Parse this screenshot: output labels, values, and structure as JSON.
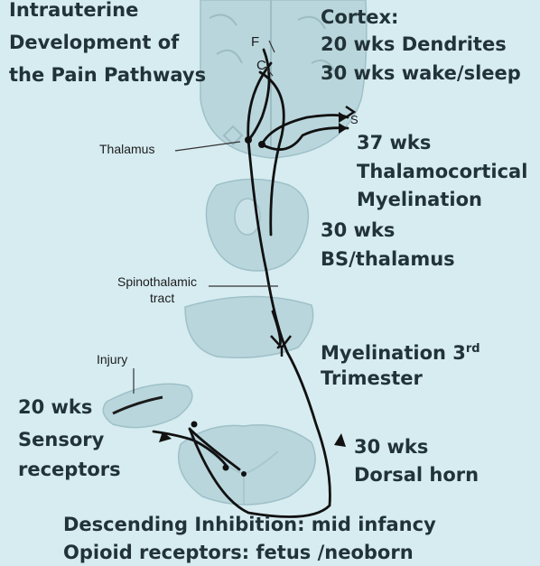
{
  "title": {
    "line1": "Intrauterine",
    "line2": "Development of",
    "line3": "the Pain Pathways"
  },
  "cortex": {
    "heading": "Cortex:",
    "dendrites": "20 wks Dendrites",
    "wake_sleep": "30 wks wake/sleep"
  },
  "thalamocortical": {
    "weeks": "37 wks",
    "line1": "Thalamocortical",
    "line2": "Myelination"
  },
  "brainstem": {
    "weeks": "30 wks",
    "label": "BS/thalamus"
  },
  "myelination": {
    "line1_prefix": "Myelination 3",
    "line1_sup": "rd",
    "line2": "Trimester"
  },
  "sensory": {
    "weeks": "20 wks",
    "line1": "Sensory",
    "line2": "receptors"
  },
  "dorsal_horn": {
    "weeks": "30 wks",
    "label": "Dorsal horn"
  },
  "bottom": {
    "line1": "Descending Inhibition: mid infancy",
    "line2": "Opioid receptors:  fetus /neoborn"
  },
  "anatomy_labels": {
    "thalamus": "Thalamus",
    "spinothalamic_line1": "Spinothalamic",
    "spinothalamic_line2": "tract",
    "injury": "Injury",
    "f": "F",
    "c": "C",
    "s": "S"
  },
  "colors": {
    "background": "#d6ecf1",
    "tissue": "#b7d5dc",
    "pathway": "#111111",
    "text": "#223338"
  }
}
